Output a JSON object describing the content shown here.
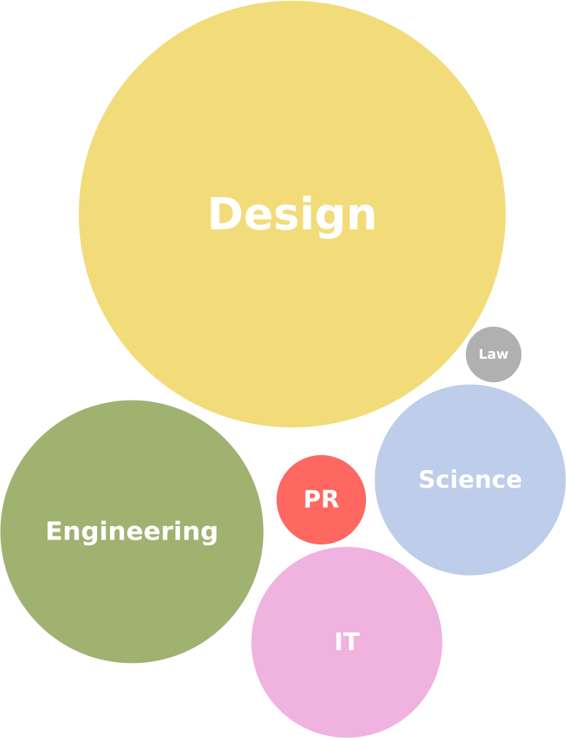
{
  "chart_data": {
    "type": "bubble",
    "title": "",
    "series": [
      {
        "categories": [
          "Design",
          "Engineering",
          "Science",
          "IT",
          "PR",
          "Law"
        ],
        "values": [
          100,
          38,
          20,
          20,
          4.4,
          1.7
        ],
        "colors": [
          "#f2dc79",
          "#a0b270",
          "#bdcdea",
          "#f0b2df",
          "#fe6861",
          "#b0b0b0"
        ]
      }
    ],
    "legend": "none",
    "grid": false
  }
}
